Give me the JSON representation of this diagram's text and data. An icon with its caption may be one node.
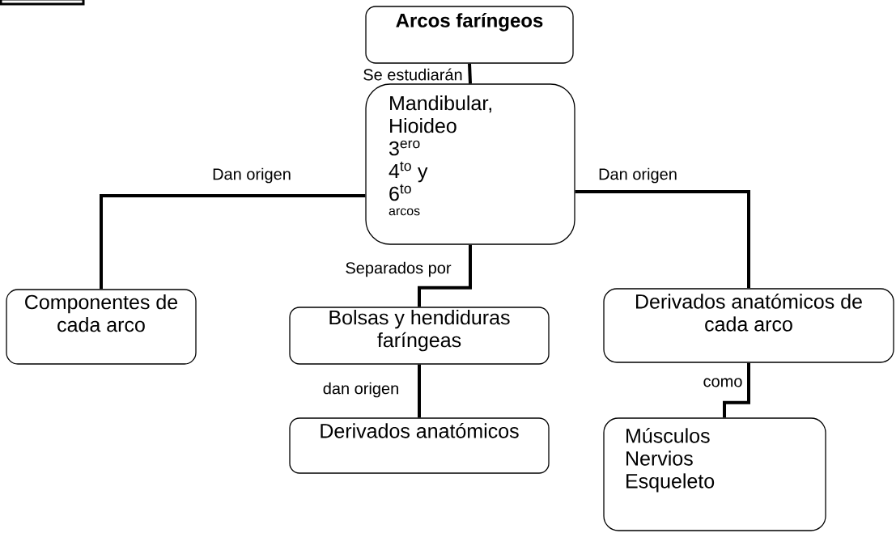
{
  "diagram": {
    "nodes": [
      {
        "text": [],
        "shape": "box"
      },
      {
        "text": [
          "Arcos faríngeos"
        ]
      },
      {
        "text": [
          "Mandibular, Hioideo",
          "3$^{ero}$",
          "4$^{to}$ y",
          "6$^{to}$",
          "arcos"
        ]
      },
      {
        "text": [
          "Componentes de cada arco"
        ]
      },
      {
        "text": [
          "Bolsas y hendiduras faríngeas"
        ]
      },
      {
        "text": [
          "Derivados anatómicos"
        ]
      },
      {
        "text": [
          "Derivados anatómicos de cada arco"
        ]
      },
      {
        "text": [
          "Músculos Nervios Esqueleto"
        ]
      }
    ],
    "edges": [
      {
        "from": 1,
        "to": 2,
        "arrow": "none",
        "label": "Se estudiarán"
      },
      {
        "from": 2,
        "to": 3,
        "arrow": "none",
        "label": "Dan origen"
      },
      {
        "from": 2,
        "to": 6,
        "arrow": "none",
        "label": "Dan origen"
      },
      {
        "from": 2,
        "to": 4,
        "arrow": "none",
        "label": "Separados por"
      },
      {
        "from": 4,
        "to": 5,
        "arrow": "none",
        "label": "dan origen"
      },
      {
        "from": 6,
        "to": 7,
        "arrow": "none",
        "label": "como"
      }
    ]
  }
}
